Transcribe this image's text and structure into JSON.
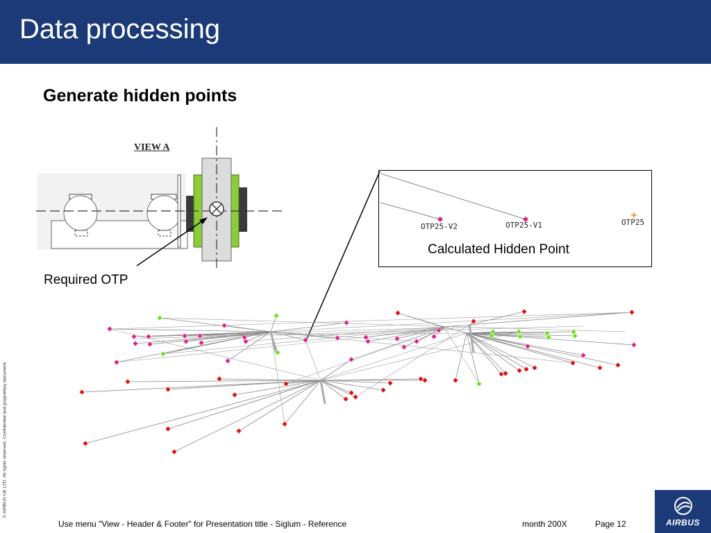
{
  "slide": {
    "title": "Data processing",
    "subtitle": "Generate hidden points"
  },
  "drawing": {
    "view_label": "VIEW A",
    "callout_label": "Required OTP"
  },
  "zoom": {
    "caption": "Calculated Hidden Point",
    "points": [
      "OTP25-V2",
      "OTP25-V1",
      "OTP25"
    ]
  },
  "footer": {
    "copyright": "© AIRBUS UK LTD.  All rights reserved. Confidential and proprietary document.",
    "presentation": "Use menu \"View - Header & Footer\" for Presentation title - Siglum - Reference",
    "date": "month 200X",
    "page": "Page 12",
    "logo": "AIRBUS"
  },
  "colors": {
    "header_bg": "#1c3a78",
    "otp_magenta": "#e0208a",
    "otp_red": "#e01010",
    "otp_green": "#70e020",
    "flange_green": "#8ccc38"
  }
}
